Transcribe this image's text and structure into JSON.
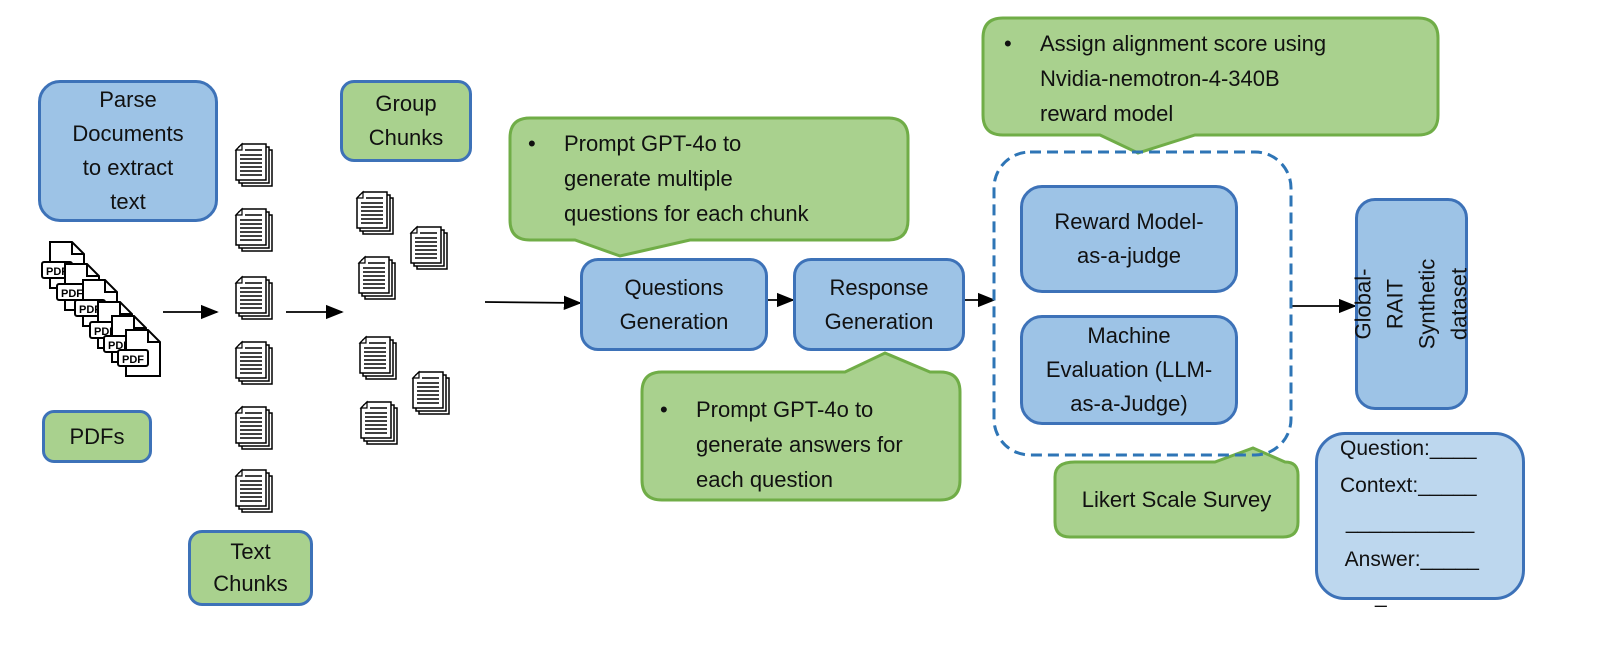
{
  "colors": {
    "blue_fill": "#9dc3e6",
    "blue_border": "#3d72b8",
    "green_fill": "#a9d18e",
    "green_border": "#70ad47",
    "light_blue_fill": "#bdd7ee"
  },
  "parse": {
    "label": "Parse\nDocuments\nto extract\ntext"
  },
  "pdfs": {
    "label": "PDFs",
    "icon": "pdf-file-stack-icon"
  },
  "text_chunks": {
    "label": "Text\nChunks",
    "icon": "document-icon"
  },
  "group_chunks": {
    "label": "Group\nChunks"
  },
  "questions_gen": {
    "label": "Questions\nGeneration"
  },
  "response_gen": {
    "label": "Response\nGeneration"
  },
  "callout_questions": {
    "bullet": "•",
    "text": "Prompt GPT-4o to\ngenerate multiple\nquestions for each chunk"
  },
  "callout_answers": {
    "bullet": "•",
    "text": "Prompt GPT-4o to\ngenerate answers for\neach question"
  },
  "callout_reward": {
    "bullet": "•",
    "text": "Assign alignment score using\nNvidia-nemotron-4-340B\nreward model"
  },
  "reward_judge": {
    "label": "Reward Model-\nas-a-judge"
  },
  "machine_eval": {
    "label": "Machine\nEvaluation (LLM-\nas-a-Judge)"
  },
  "likert": {
    "label": "Likert Scale Survey"
  },
  "dataset": {
    "label": "Global-RAIT\nSynthetic\ndataset"
  },
  "template": {
    "lines": [
      "Question:____",
      "Context:_____",
      " ___________",
      " Answer:_____",
      "      _"
    ]
  }
}
